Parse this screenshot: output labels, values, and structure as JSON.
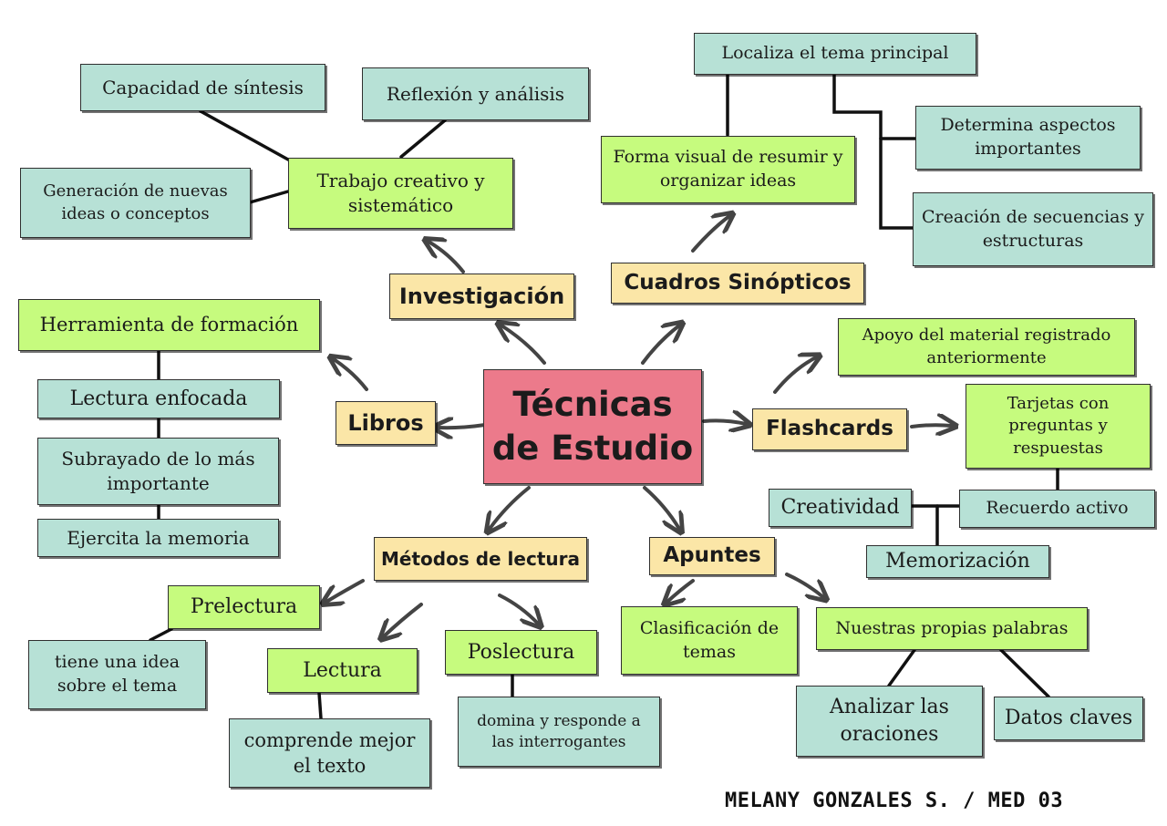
{
  "center": "Técnicas de Estudio",
  "branches": {
    "investigacion": "Investigación",
    "cuadros": "Cuadros Sinópticos",
    "libros": "Libros",
    "flashcards": "Flashcards",
    "metodos": "Métodos de lectura",
    "apuntes": "Apuntes"
  },
  "investigacion": {
    "main": "Trabajo creativo y sistemático",
    "items": [
      "Capacidad de síntesis",
      "Reflexión y análisis",
      "Generación de nuevas ideas o conceptos"
    ]
  },
  "cuadros": {
    "main": "Forma visual de resumir y organizar ideas",
    "items": [
      "Localiza el tema principal",
      "Determina aspectos importantes",
      "Creación de secuencias y estructuras"
    ]
  },
  "libros": {
    "items": [
      "Herramienta de formación",
      "Lectura enfocada",
      "Subrayado de lo más importante",
      "Ejercita la memoria"
    ]
  },
  "flashcards": {
    "items": [
      "Apoyo del material registrado anteriormente",
      "Tarjetas con preguntas y respuestas",
      "Recuerdo activo",
      "Creatividad",
      "Memorización"
    ]
  },
  "metodos": {
    "prelectura": "Prelectura",
    "prelectura_desc": "tiene una idea sobre el tema",
    "lectura": "Lectura",
    "lectura_desc": "comprende mejor el texto",
    "poslectura": "Poslectura",
    "poslectura_desc": "domina y responde a las interrogantes"
  },
  "apuntes": {
    "items": [
      "Clasificación de temas",
      "Nuestras propias palabras",
      "Analizar las oraciones",
      "Datos claves"
    ]
  },
  "author": "MELANY GONZALES S. / MED 03",
  "colors": {
    "center": "#ec7a8b",
    "branch": "#fbe6a7",
    "primary_node": "#c6fb7e",
    "secondary_node": "#b7e1d6",
    "line": "#111111",
    "arrow": "#444444"
  }
}
